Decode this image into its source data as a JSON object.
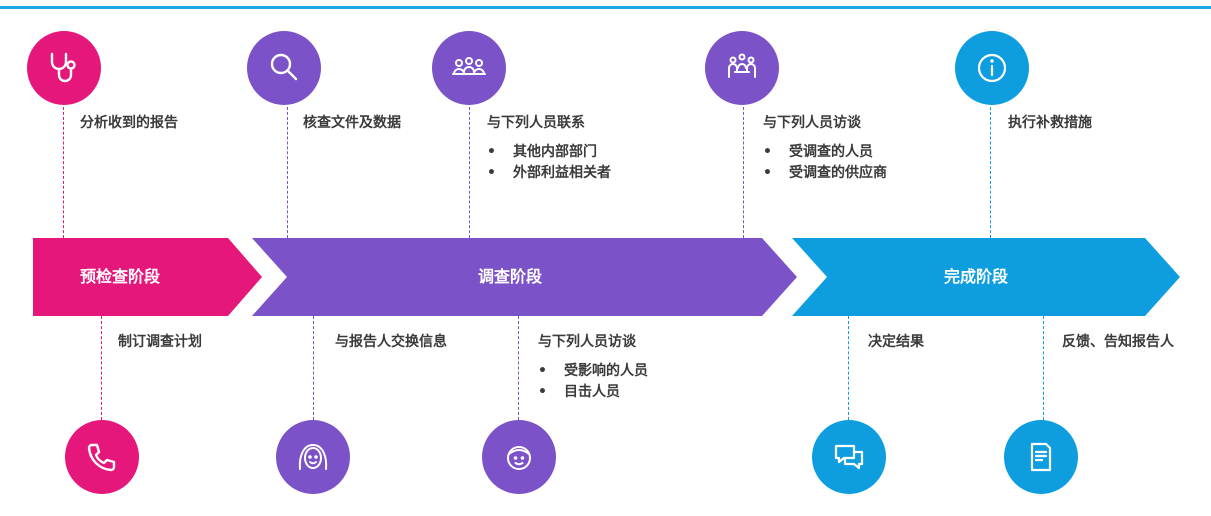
{
  "colors": {
    "pink": "#e5177b",
    "purple": "#7c52c8",
    "blue": "#0e9ee0",
    "accent_line": "#1aa6e0"
  },
  "stages": [
    {
      "label": "预检查阶段",
      "color": "#e5177b"
    },
    {
      "label": "调查阶段",
      "color": "#7c52c8"
    },
    {
      "label": "完成阶段",
      "color": "#0e9ee0"
    }
  ],
  "top_steps": [
    {
      "label": "分析收到的报告",
      "icon": "stethoscope-icon"
    },
    {
      "label": "核查文件及数据",
      "icon": "magnifier-icon"
    },
    {
      "label": "与下列人员联系",
      "icon": "group-icon",
      "bullets": [
        "其他内部部门",
        "外部利益相关者"
      ]
    },
    {
      "label": "与下列人员访谈",
      "icon": "meeting-icon",
      "bullets": [
        "受调查的人员",
        "受调查的供应商"
      ]
    },
    {
      "label": "执行补救措施",
      "icon": "info-icon"
    }
  ],
  "bottom_steps": [
    {
      "label": "制订调查计划",
      "icon": "phone-icon"
    },
    {
      "label": "与报告人交换信息",
      "icon": "woman-face-icon"
    },
    {
      "label": "与下列人员访谈",
      "icon": "man-face-icon",
      "bullets": [
        "受影响的人员",
        "目击人员"
      ]
    },
    {
      "label": "决定结果",
      "icon": "chat-icon"
    },
    {
      "label": "反馈、告知报告人",
      "icon": "document-icon"
    }
  ]
}
